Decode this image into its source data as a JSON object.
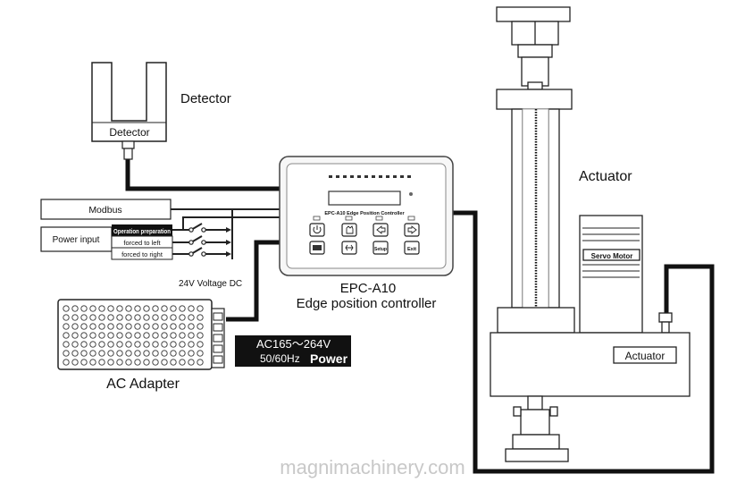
{
  "detector": {
    "label": "Detector",
    "box_label": "Detector"
  },
  "controller": {
    "model": "EPC-A10",
    "title_line2": "Edge position controller",
    "panel_caption": "EPC-A10    Edge Position Controller",
    "exit_key": "Exit",
    "setup_key": "Setup"
  },
  "inputs": {
    "modbus": "Modbus",
    "power_input": "Power input",
    "operation_preparation": "Operation preparation",
    "forced_left": "forced to left",
    "forced_right": "forced to right",
    "voltage": "24V Voltage DC"
  },
  "adapter": {
    "label": "AC Adapter",
    "power_line1": "AC165～264V",
    "power_line2a": "50/60Hz",
    "power_line2b": "Power"
  },
  "actuator": {
    "label": "Actuator",
    "box_label": "Actuator",
    "motor_label": "Servo Motor"
  },
  "watermark": "magnimachinery.com"
}
